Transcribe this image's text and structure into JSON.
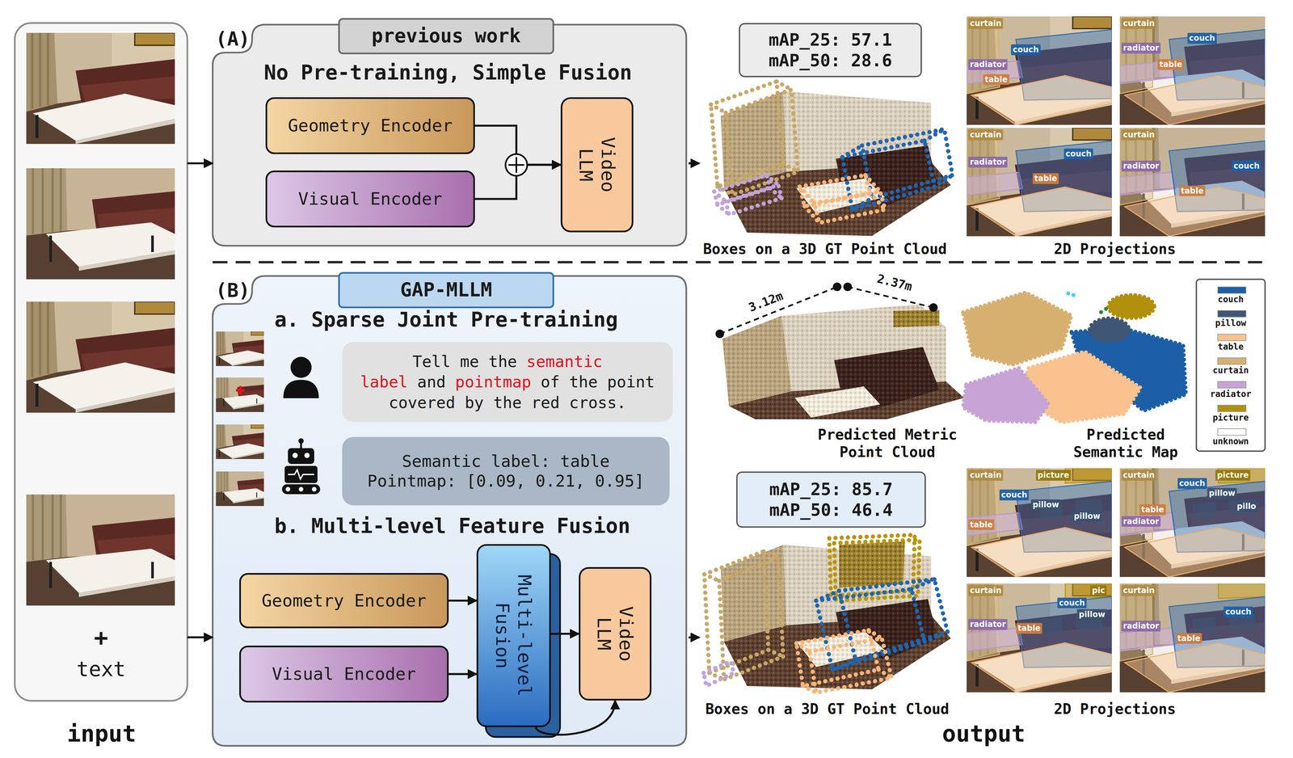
{
  "diagram": {
    "nodes": [
      {
        "text": [
          "+",
          "text"
        ]
      },
      {
        "text": [
          "(A)",
          "No Pre-training, Simple Fusion"
        ]
      },
      {
        "text": [
          "previous work"
        ],
        "in": 1
      },
      {
        "text": [
          "Geometry Encoder"
        ],
        "in": 1
      },
      {
        "text": [
          "Visual Encoder"
        ],
        "in": 1
      },
      {
        "text": [
          "Video LLM"
        ],
        "in": 1
      },
      {
        "text": [
          "mAP_25: 57.1",
          "mAP_50: 28.6"
        ]
      },
      {
        "text": [
          "(B)",
          "a. Sparse Joint Pre-training",
          "b. Multi-level Feature Fusion"
        ]
      },
      {
        "text": [
          "GAP-MLLM"
        ],
        "in": 7
      },
      {
        "text": [
          "Tell me the",
          "semantic label",
          "and",
          "pointmap",
          "of the point covered by the red cross."
        ],
        "in": 7
      },
      {
        "text": [
          "Semantic label: table",
          "Pointmap: [0.09, 0.21, 0.95]"
        ],
        "in": 7
      },
      {
        "text": [
          "Geometry Encoder"
        ],
        "in": 7
      },
      {
        "text": [
          "Visual Encoder"
        ],
        "in": 7
      },
      {
        "text": [
          "Multi-level Fusion"
        ],
        "in": 7
      },
      {
        "text": [
          "Video LLM"
        ],
        "in": 7
      },
      {
        "text": [
          "mAP_25: 85.7",
          "mAP_50: 46.4"
        ]
      }
    ],
    "edges": [
      {
        "from": 0,
        "to": 1,
        "arrow": "to"
      },
      {
        "from": 0,
        "to": 7,
        "arrow": "to"
      },
      {
        "from": 3,
        "to": 5,
        "arrow": "to"
      },
      {
        "from": 4,
        "to": 5,
        "arrow": "to"
      },
      {
        "from": 11,
        "to": 13,
        "arrow": "to"
      },
      {
        "from": 12,
        "to": 13,
        "arrow": "to"
      },
      {
        "from": 13,
        "to": 14,
        "arrow": "to"
      },
      {
        "from": 13,
        "to": 14,
        "arrow": "to"
      }
    ],
    "labels": [
      "input",
      "output",
      "Boxes on a 3D GT Point Cloud",
      "2D Projections",
      "curtain",
      "couch",
      "radiator",
      "table",
      "curtain",
      "couch",
      "radiator",
      "table",
      "curtain",
      "couch",
      "radiator",
      "table",
      "curtain",
      "radiator",
      "couch",
      "table",
      "3.12m",
      "2.37m",
      "Predicted Metric Point Cloud",
      "Predicted Semantic Map",
      "Boxes on a 3D GT Point Cloud",
      "2D Projections",
      "curtain",
      "picture",
      "couch",
      "pillow",
      "pillow",
      "table",
      "curtain",
      "picture",
      "couch",
      "pillow",
      "pillo",
      "table",
      "radiator",
      "curtain",
      "pic",
      "couch",
      "pillow",
      "radiator",
      "table",
      "curtain",
      "couch",
      "radiator",
      "table"
    ],
    "legend": [
      {
        "text": "couch",
        "color": "#1d5fa6"
      },
      {
        "text": "pillow",
        "color": "#3f5675"
      },
      {
        "text": "table",
        "color": "#f9c28e"
      },
      {
        "text": "curtain",
        "color": "#d7b070"
      },
      {
        "text": "radiator",
        "color": "#c7a3d6"
      },
      {
        "text": "picture",
        "color": "#b0900d"
      },
      {
        "text": "unknown",
        "color": "#ffffff"
      }
    ]
  }
}
